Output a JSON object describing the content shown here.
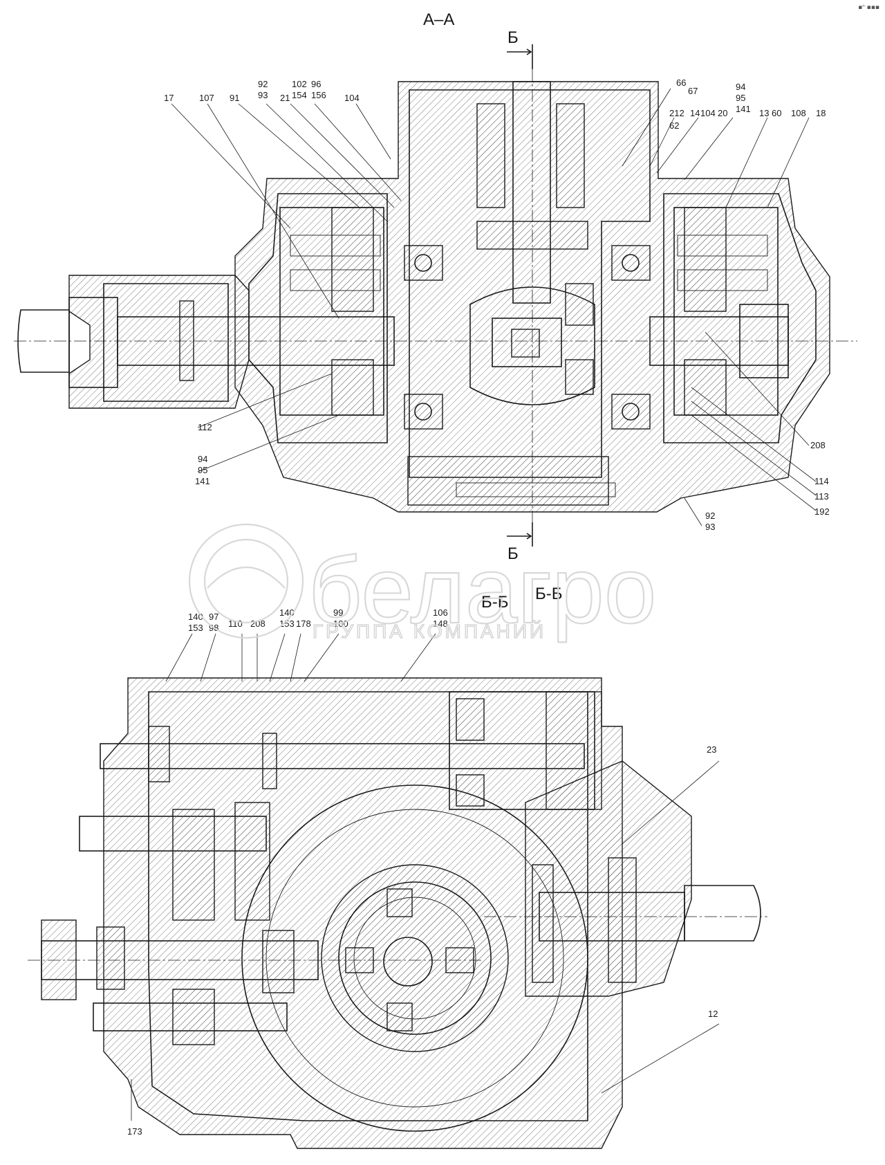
{
  "sections": {
    "top_title": "А–А",
    "cut_mark_top": "Б",
    "cut_mark_bottom": "Б",
    "bottom_title_1": "Б-Б",
    "bottom_title_2": "Б-Б"
  },
  "watermark": {
    "brand": "белагро",
    "subtitle": "ГРУППА КОМПАНИЙ"
  },
  "corner_mark": "▪ⁿ ▪▪▪",
  "labels_top": [
    "17",
    "107",
    "91",
    "92",
    "93",
    "21",
    "102",
    "154",
    "96",
    "156",
    "104",
    "66",
    "67",
    "212",
    "62",
    "14",
    "104",
    "20",
    "94",
    "95",
    "141",
    "13",
    "60",
    "108",
    "18",
    "112",
    "94",
    "95",
    "141",
    "208",
    "114",
    "113",
    "192",
    "92",
    "93"
  ],
  "labels_bottom": [
    "140",
    "153",
    "97",
    "98",
    "110",
    "208",
    "140",
    "153",
    "178",
    "99",
    "100",
    "106",
    "148",
    "23",
    "12",
    "173"
  ]
}
